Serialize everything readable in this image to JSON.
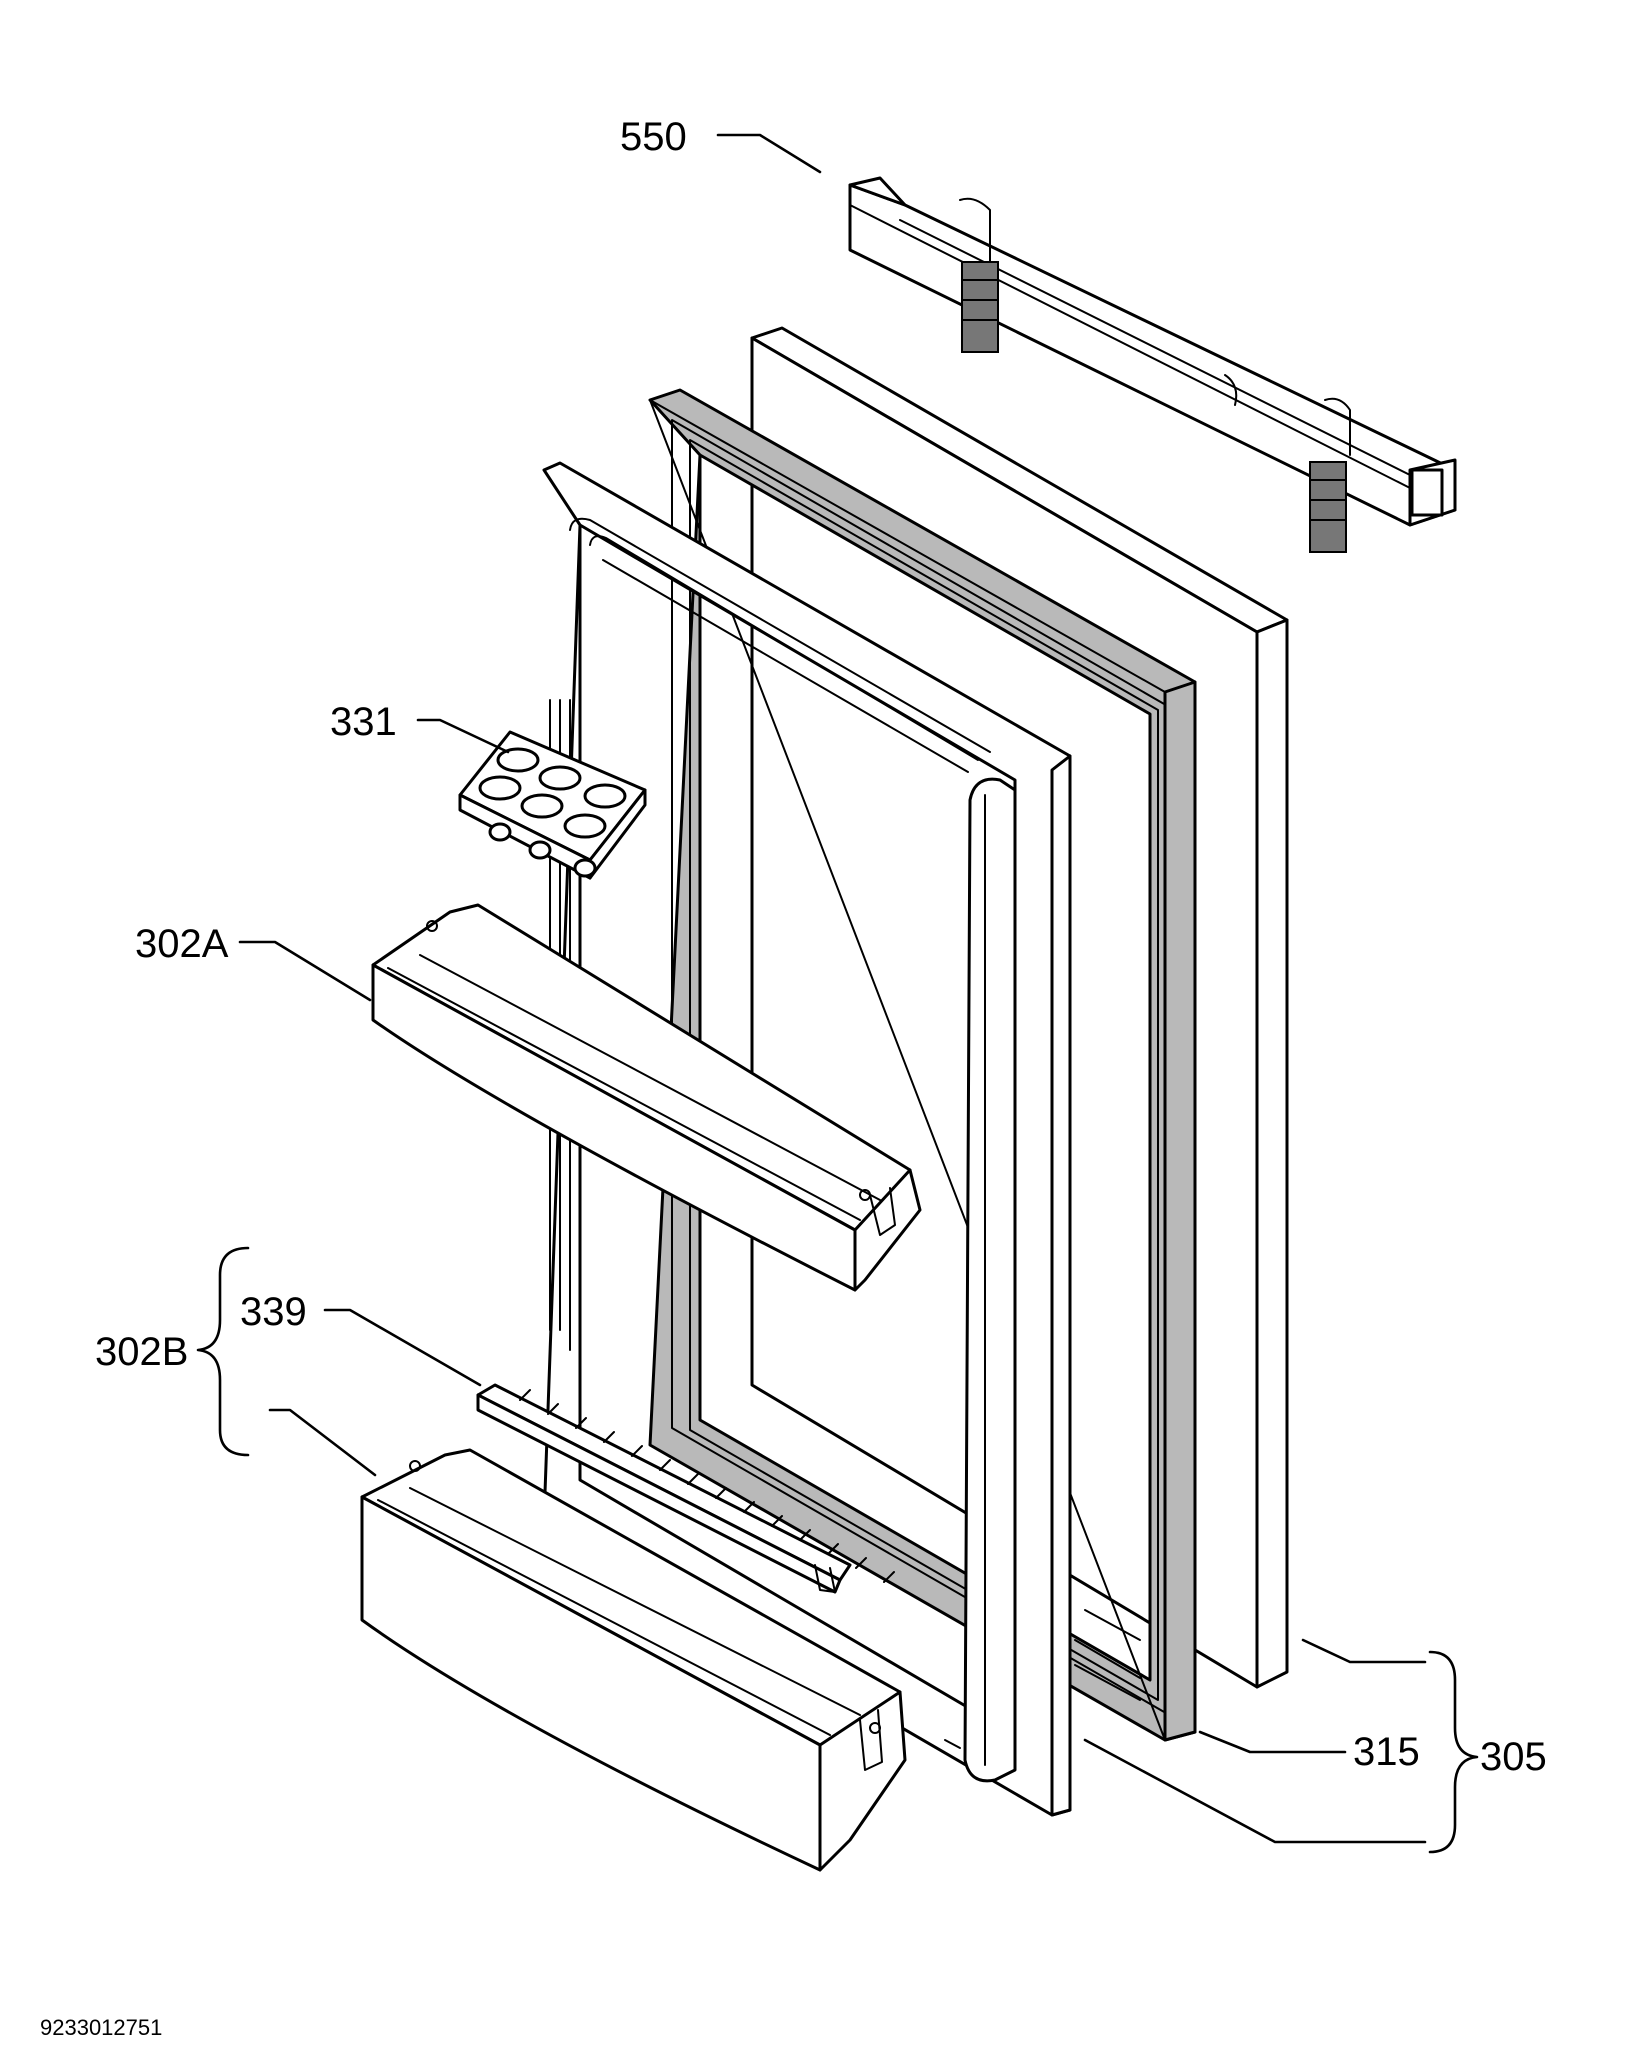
{
  "labels": {
    "p550": "550",
    "p331": "331",
    "p302a": "302A",
    "p339": "339",
    "p302b": "302B",
    "p315": "315",
    "p305": "305"
  },
  "document_number": "9233012751"
}
